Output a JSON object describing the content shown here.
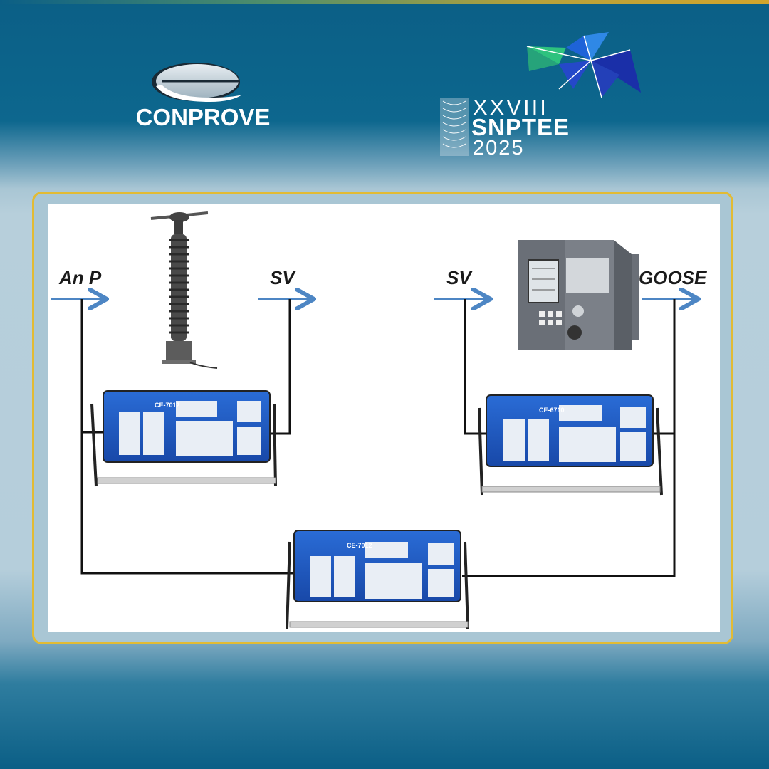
{
  "header": {
    "left_logo": {
      "name": "CONPROVE",
      "icon": "conprove-ellipse-logo"
    },
    "right_logo": {
      "edition": "XXVIII",
      "name": "SNPTEE",
      "year": "2025",
      "icon": "snptee-tower-logo"
    }
  },
  "diagram": {
    "signals": {
      "an_p": "An P",
      "sv_left": "SV",
      "sv_right": "SV",
      "goose": "GOOSE"
    },
    "devices": {
      "left_test_set": "CE-7012",
      "right_test_set": "CE-6710",
      "bottom_test_set": "CE-7012",
      "instrument_transformer": "optical-current-transformer-icon",
      "protection_relay": "protection-relay-icon"
    },
    "colors": {
      "arrow": "#4d86c4",
      "wire": "#111111",
      "frame_border": "#e2bb34",
      "device_panel": "#1f5fc9"
    }
  }
}
